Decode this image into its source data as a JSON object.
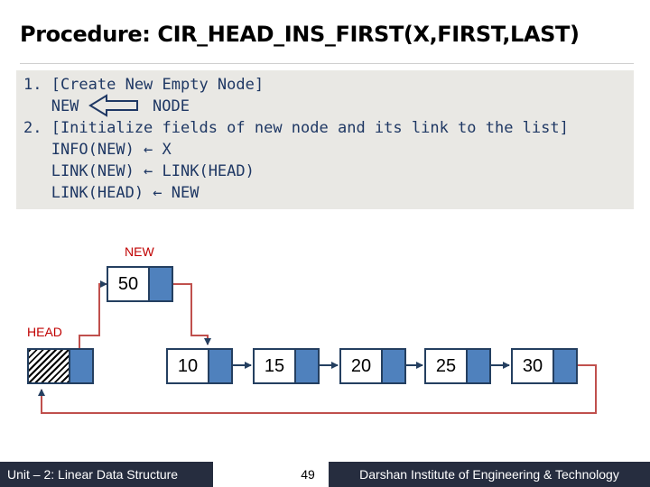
{
  "title": "Procedure: CIR_HEAD_INS_FIRST(X,FIRST,LAST)",
  "procedure": {
    "line1": "1. [Create New Empty Node]",
    "line2_a": "   NEW",
    "line2_b": "NODE",
    "line3": "2. [Initialize fields of new node and its link to the list]",
    "line4": "   INFO(NEW) ← X",
    "line5": "   LINK(NEW) ← LINK(HEAD)",
    "line6": "   LINK(HEAD) ← NEW"
  },
  "diagram": {
    "new_label": "NEW",
    "head_label": "HEAD",
    "new_node_value": "50",
    "list_values": [
      "10",
      "15",
      "20",
      "25",
      "30"
    ]
  },
  "footer": {
    "left": "Unit – 2: Linear Data Structure",
    "page": "49",
    "right": "Darshan Institute of Engineering & Technology"
  },
  "colors": {
    "link_fill": "#4f81bd",
    "border": "#243f60",
    "wire": "#c0504d",
    "label": "#c00000",
    "code_text": "#1f3864",
    "footer_bg": "#262d3f"
  }
}
